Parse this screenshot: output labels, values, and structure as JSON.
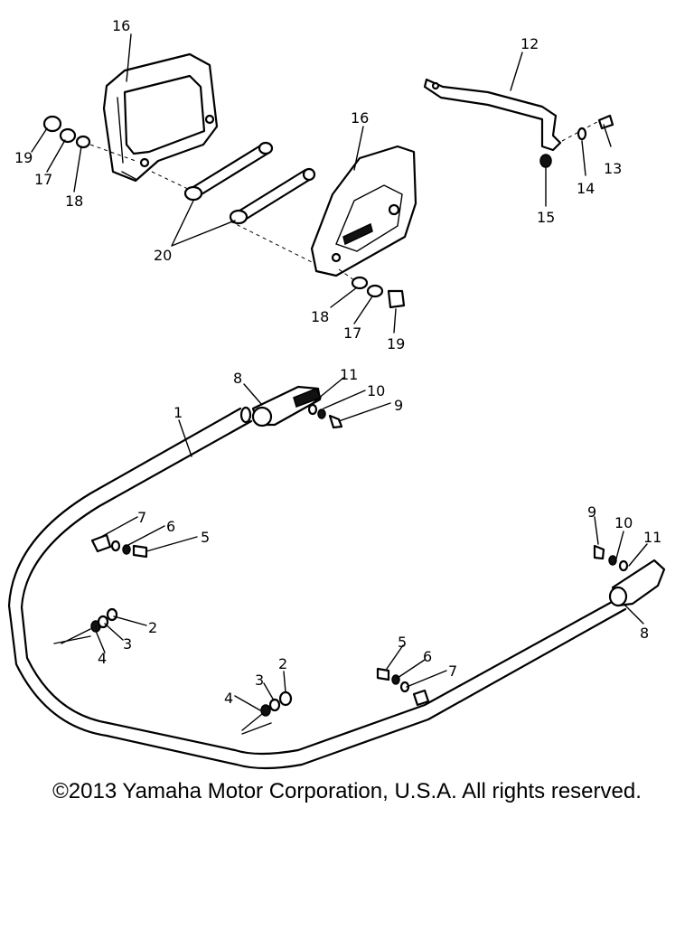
{
  "copyright": "©2013 Yamaha Motor Corporation, U.S.A. All rights reserved.",
  "callouts": {
    "c1": "1",
    "c2a": "2",
    "c2b": "2",
    "c3a": "3",
    "c3b": "3",
    "c4a": "4",
    "c4b": "4",
    "c5a": "5",
    "c5b": "5",
    "c6a": "6",
    "c6b": "6",
    "c7a": "7",
    "c7b": "7",
    "c8a": "8",
    "c8b": "8",
    "c9a": "9",
    "c9b": "9",
    "c10a": "10",
    "c10b": "10",
    "c11a": "11",
    "c11b": "11",
    "c12": "12",
    "c13": "13",
    "c14": "14",
    "c15": "15",
    "c16a": "16",
    "c16b": "16",
    "c17a": "17",
    "c17b": "17",
    "c18a": "18",
    "c18b": "18",
    "c19a": "19",
    "c19b": "19",
    "c20": "20"
  }
}
